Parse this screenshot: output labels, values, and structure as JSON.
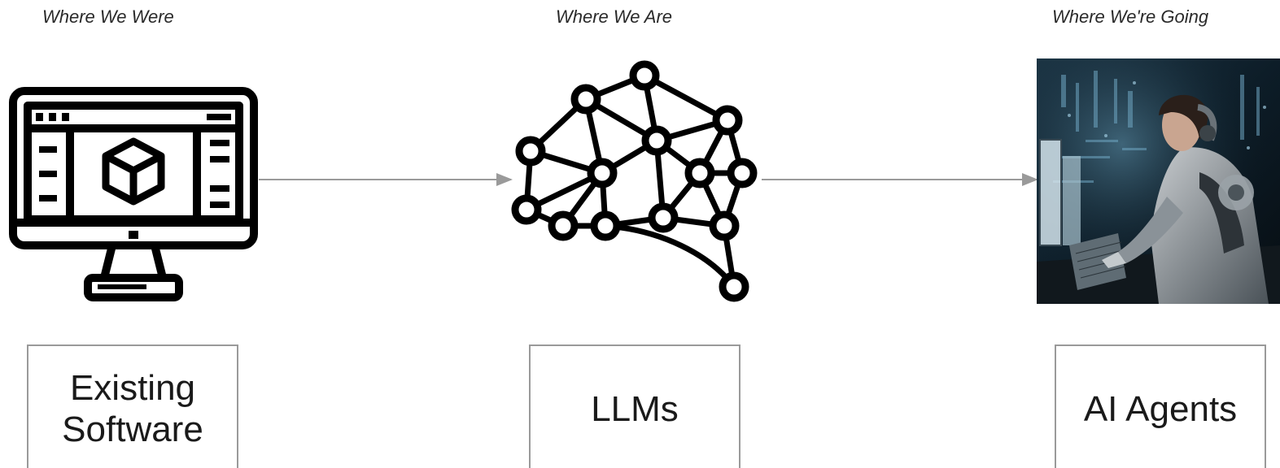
{
  "stages": [
    {
      "caption": "Where We Were",
      "label": "Existing\nSoftware",
      "icon": "computer-monitor-icon"
    },
    {
      "caption": "Where We Are",
      "label": "LLMs",
      "icon": "neural-brain-icon"
    },
    {
      "caption": "Where We're Going",
      "label": "AI Agents",
      "icon": "robot-at-computer-image"
    }
  ],
  "colors": {
    "icon": "#000000",
    "box_border": "#9a9a9a",
    "arrow": "#9a9a9a",
    "text": "#1a1a1a"
  }
}
